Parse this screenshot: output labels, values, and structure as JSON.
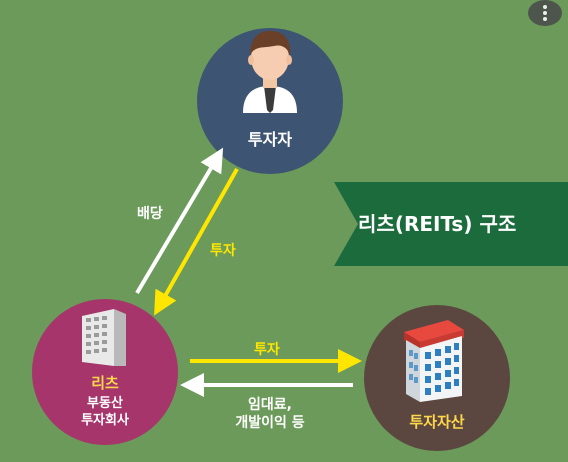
{
  "investor": {
    "label": "투자자"
  },
  "reits": {
    "title": "리츠",
    "subtitle_line1": "부동산",
    "subtitle_line2": "투자회사"
  },
  "asset": {
    "label": "투자자산"
  },
  "arrows": {
    "dividend": "배당",
    "invest_to_reits": "투자",
    "invest_to_asset": "투자",
    "rent_line1": "임대료,",
    "rent_line2": "개발이익 등"
  },
  "banner": {
    "title": "리츠(REITs) 구조"
  },
  "colors": {
    "background": "#6b9a5a",
    "investor_circle": "#3d5473",
    "reits_circle": "#a5356b",
    "asset_circle": "#5b4740",
    "banner": "#1b6b3d",
    "highlight": "#ffe600"
  },
  "icons": [
    "person-icon",
    "office-building-icon",
    "apartment-building-icon",
    "more-vertical-icon"
  ]
}
